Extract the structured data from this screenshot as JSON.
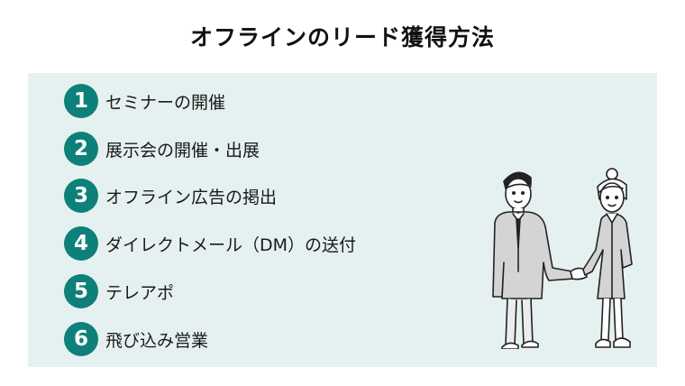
{
  "title": "オフラインのリード獲得方法",
  "accent_color": "#0d8079",
  "panel_color": "#e5f1f0",
  "items": [
    {
      "number": "1",
      "label": "セミナーの開催"
    },
    {
      "number": "2",
      "label": "展示会の開催・出展"
    },
    {
      "number": "3",
      "label": "オフライン広告の掲出"
    },
    {
      "number": "4",
      "label": "ダイレクトメール（DM）の送付"
    },
    {
      "number": "5",
      "label": "テレアポ"
    },
    {
      "number": "6",
      "label": "飛び込み営業"
    }
  ],
  "illustration": "handshake-businesspeople-illustration"
}
